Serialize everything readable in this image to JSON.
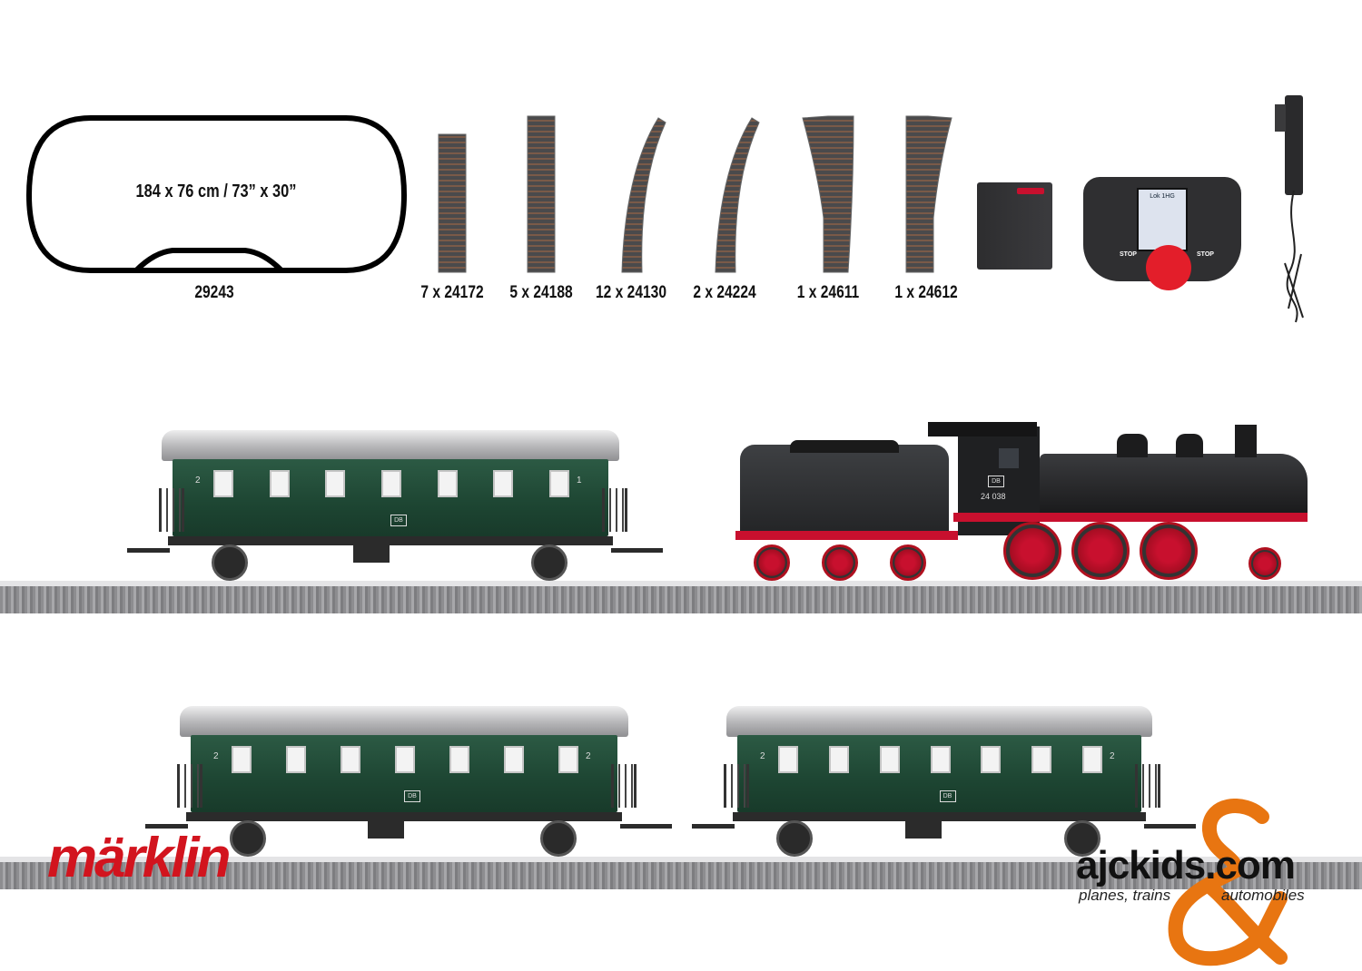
{
  "components": {
    "layout": {
      "dimensions": "184 x 76 cm / 73” x 30”",
      "code": "29243"
    },
    "track_pieces": [
      {
        "label": "7 x 24172",
        "kind": "straight"
      },
      {
        "label": "5 x 24188",
        "kind": "straight"
      },
      {
        "label": "12 x 24130",
        "kind": "curve"
      },
      {
        "label": "2 x 24224",
        "kind": "curve"
      },
      {
        "label": "1 x 24611",
        "kind": "switch-left"
      },
      {
        "label": "1 x 24612",
        "kind": "switch-right"
      }
    ],
    "mobile_station": {
      "stop_left": "STOP",
      "stop_right": "STOP",
      "screen_title": "Lok 1HG"
    }
  },
  "train": {
    "locomotive_number": "24 038",
    "db_logo": "DB",
    "coach_class_labels": [
      "2",
      "1"
    ]
  },
  "branding": {
    "maker_logo": "märklin",
    "shop_logo": "ajckids.com",
    "shop_tagline_left": "planes, trains",
    "shop_tagline_right": "automobiles",
    "maker_color": "#d2141e",
    "shop_accent": "#e87511"
  }
}
